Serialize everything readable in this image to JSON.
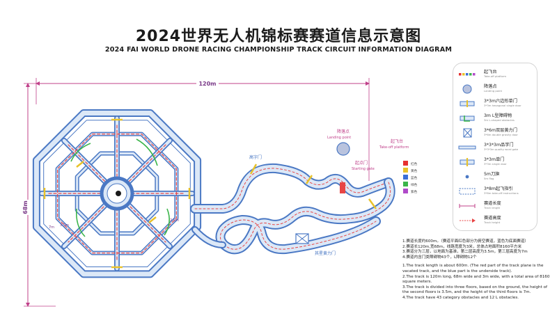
{
  "title_cn": "2024世界无人机锦标赛赛道信息示意图",
  "title_en": "2024 FAI WORLD DRONE RACING CHAMPIONSHIP TRACK CIRCUIT INFORMATION DIAGRAM",
  "dimensions": {
    "width_label": "120m",
    "height_label": "68m"
  },
  "map_labels": {
    "landing_point_cn": "降落点",
    "landing_point_en": "Landing point",
    "takeoff_cn": "起飞台",
    "takeoff_en": "Take-off platform",
    "starting_gate_cn": "起点门",
    "starting_gate_en": "Starting gate",
    "h_gate": "高字门",
    "quality_gate": "其星黄力门",
    "small_3_5m": "3.5m",
    "small_7m": "7m",
    "small_2_5m": "2.5m"
  },
  "takeoff_colors": [
    {
      "color": "#e63030",
      "label": "红色"
    },
    {
      "color": "#e8c22a",
      "label": "黄色"
    },
    {
      "color": "#3a6fd8",
      "label": "蓝色"
    },
    {
      "color": "#3bb54a",
      "label": "绿色"
    },
    {
      "color": "#b04ac9",
      "label": "紫色"
    }
  ],
  "legend": [
    {
      "icon": "takeoff-platform-icon",
      "cn": "起飞台",
      "en": "Take-off platform"
    },
    {
      "icon": "landing-point-icon",
      "cn": "降落点",
      "en": "Landing point"
    },
    {
      "icon": "hexagonal-gate-icon",
      "cn": "3*3m六边形单门",
      "en": "3*3m hexagonal single door"
    },
    {
      "icon": "l-obstacle-icon",
      "cn": "3m L型障碍物",
      "en": "3m L-shaped obstacles"
    },
    {
      "icon": "double-gate-icon",
      "cn": "3*6m双层黄力门",
      "en": "3*6m double gravity door"
    },
    {
      "icon": "quality-gate-icon",
      "cn": "3*3*3m品字门",
      "en": "3*3*3m quality word gate"
    },
    {
      "icon": "single-gate-icon",
      "cn": "3*3m单门",
      "en": "3*3m single door"
    },
    {
      "icon": "flag-icon",
      "cn": "5m刀旗",
      "en": "5m flag"
    },
    {
      "icon": "guide-icon",
      "cn": "3*8m起飞指引",
      "en": "3*8m take-off instructions"
    },
    {
      "icon": "track-length-icon",
      "cn": "赛道长度",
      "en": "Track length"
    },
    {
      "icon": "track-height-icon",
      "cn": "赛道高度",
      "en": "Track height"
    }
  ],
  "notes": [
    "1.赛道长度约600m。（赛道平面红色部分为俯空赛道，蓝色为底面赛道）",
    "2.赛道长120m,宽68m，线路宽度为3米，总体占地面积8160平方米",
    "3.赛道分为三层，以地面为基准，第二层高度为3.5m，第三层高度为7m",
    "4.赛道内含门类障碍物43个，L障碍物12个",
    "1.The track length is about 600m. (The red part of the track plane is the vacated track, and the blue part is the underside track).",
    "2.The track is 120m long, 68m wide and 3m wide, with a total area of 8160 square meters.",
    "3.The track is divided into three floors, based on the ground, the height of the second floors is 3.5m, and the height of the third floors is 7m.",
    "4.The track have 43 category obstacles and 12 L obstacles."
  ]
}
